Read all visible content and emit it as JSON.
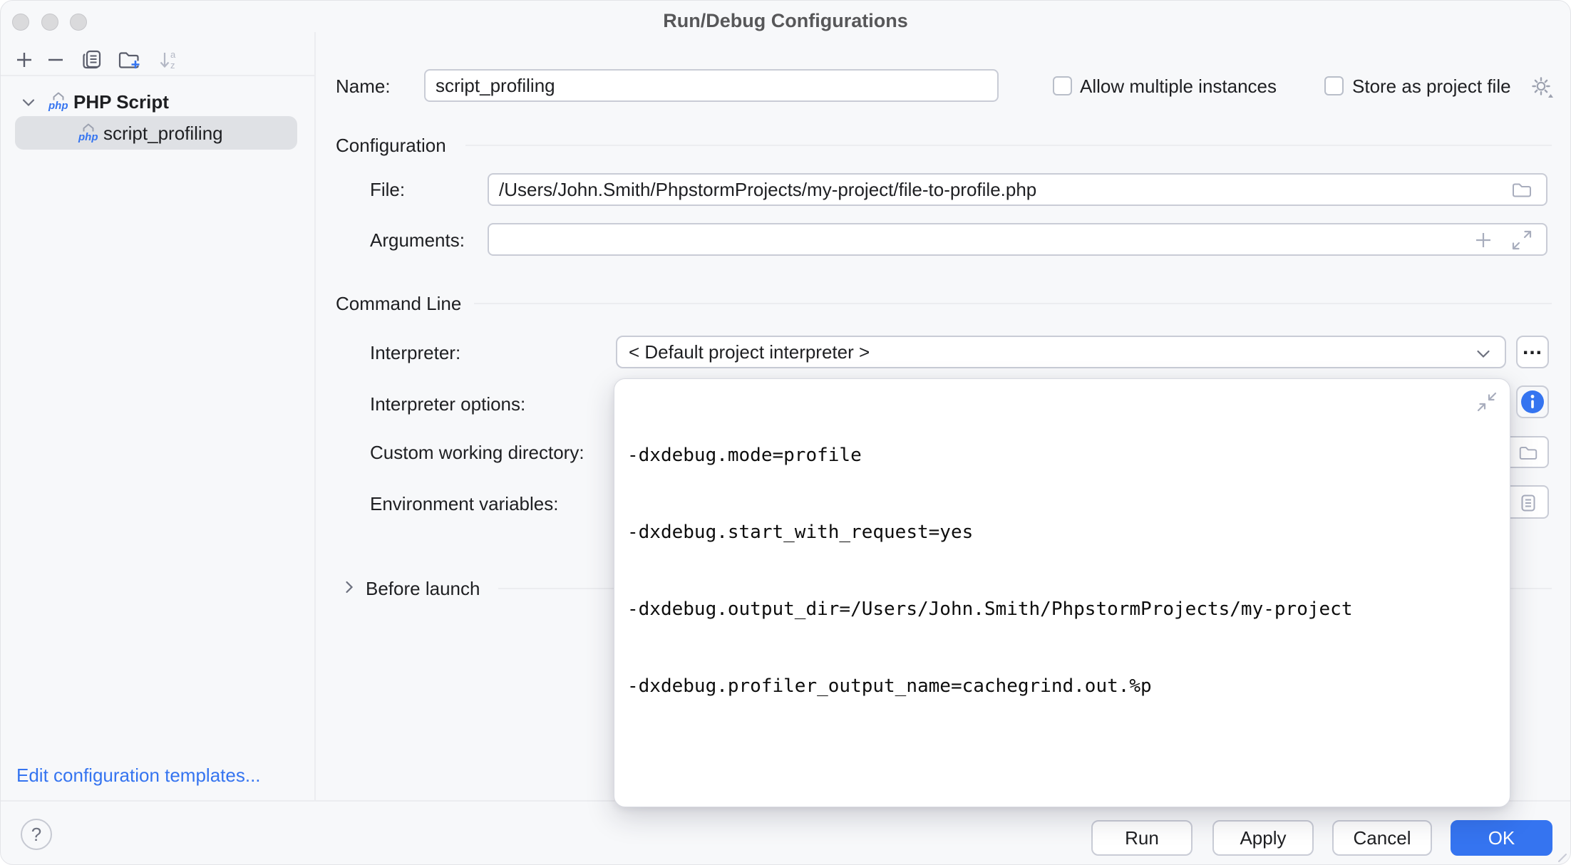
{
  "window": {
    "title": "Run/Debug Configurations"
  },
  "sidebar": {
    "toolbar_icons": [
      "add",
      "remove",
      "copy",
      "new-folder",
      "sort-alphabetically"
    ],
    "tree": {
      "group_label": "PHP Script",
      "selected_label": "script_profiling"
    },
    "edit_templates_link": "Edit configuration templates..."
  },
  "form": {
    "name": {
      "label": "Name:",
      "value": "script_profiling"
    },
    "allow_multiple": {
      "label": "Allow multiple instances",
      "checked": false
    },
    "store_as_project": {
      "label": "Store as project file",
      "checked": false
    },
    "sections": {
      "configuration": "Configuration",
      "command_line": "Command Line"
    },
    "file": {
      "label": "File:",
      "value": "/Users/John.Smith/PhpstormProjects/my-project/file-to-profile.php"
    },
    "arguments": {
      "label": "Arguments:",
      "value": ""
    },
    "interpreter": {
      "label": "Interpreter:",
      "value": "< Default project interpreter >",
      "more_label": "..."
    },
    "interpreter_options": {
      "label": "Interpreter options:",
      "lines": [
        "-dxdebug.mode=profile",
        "-dxdebug.start_with_request=yes",
        "-dxdebug.output_dir=/Users/John.Smith/PhpstormProjects/my-project",
        "-dxdebug.profiler_output_name=cachegrind.out.%p"
      ]
    },
    "custom_working_directory": {
      "label": "Custom working directory:"
    },
    "environment_variables": {
      "label": "Environment variables:"
    },
    "before_launch": {
      "label": "Before launch"
    }
  },
  "footer": {
    "help_label": "?",
    "buttons": {
      "run": "Run",
      "apply": "Apply",
      "cancel": "Cancel",
      "ok": "OK"
    }
  },
  "colors": {
    "accent": "#3574F0",
    "background": "#F7F8FA",
    "selection": "#DFE1E5",
    "field_border": "#C9CCD6",
    "divider": "#ECEDF0",
    "icon_gray": "#A8ADBD"
  }
}
